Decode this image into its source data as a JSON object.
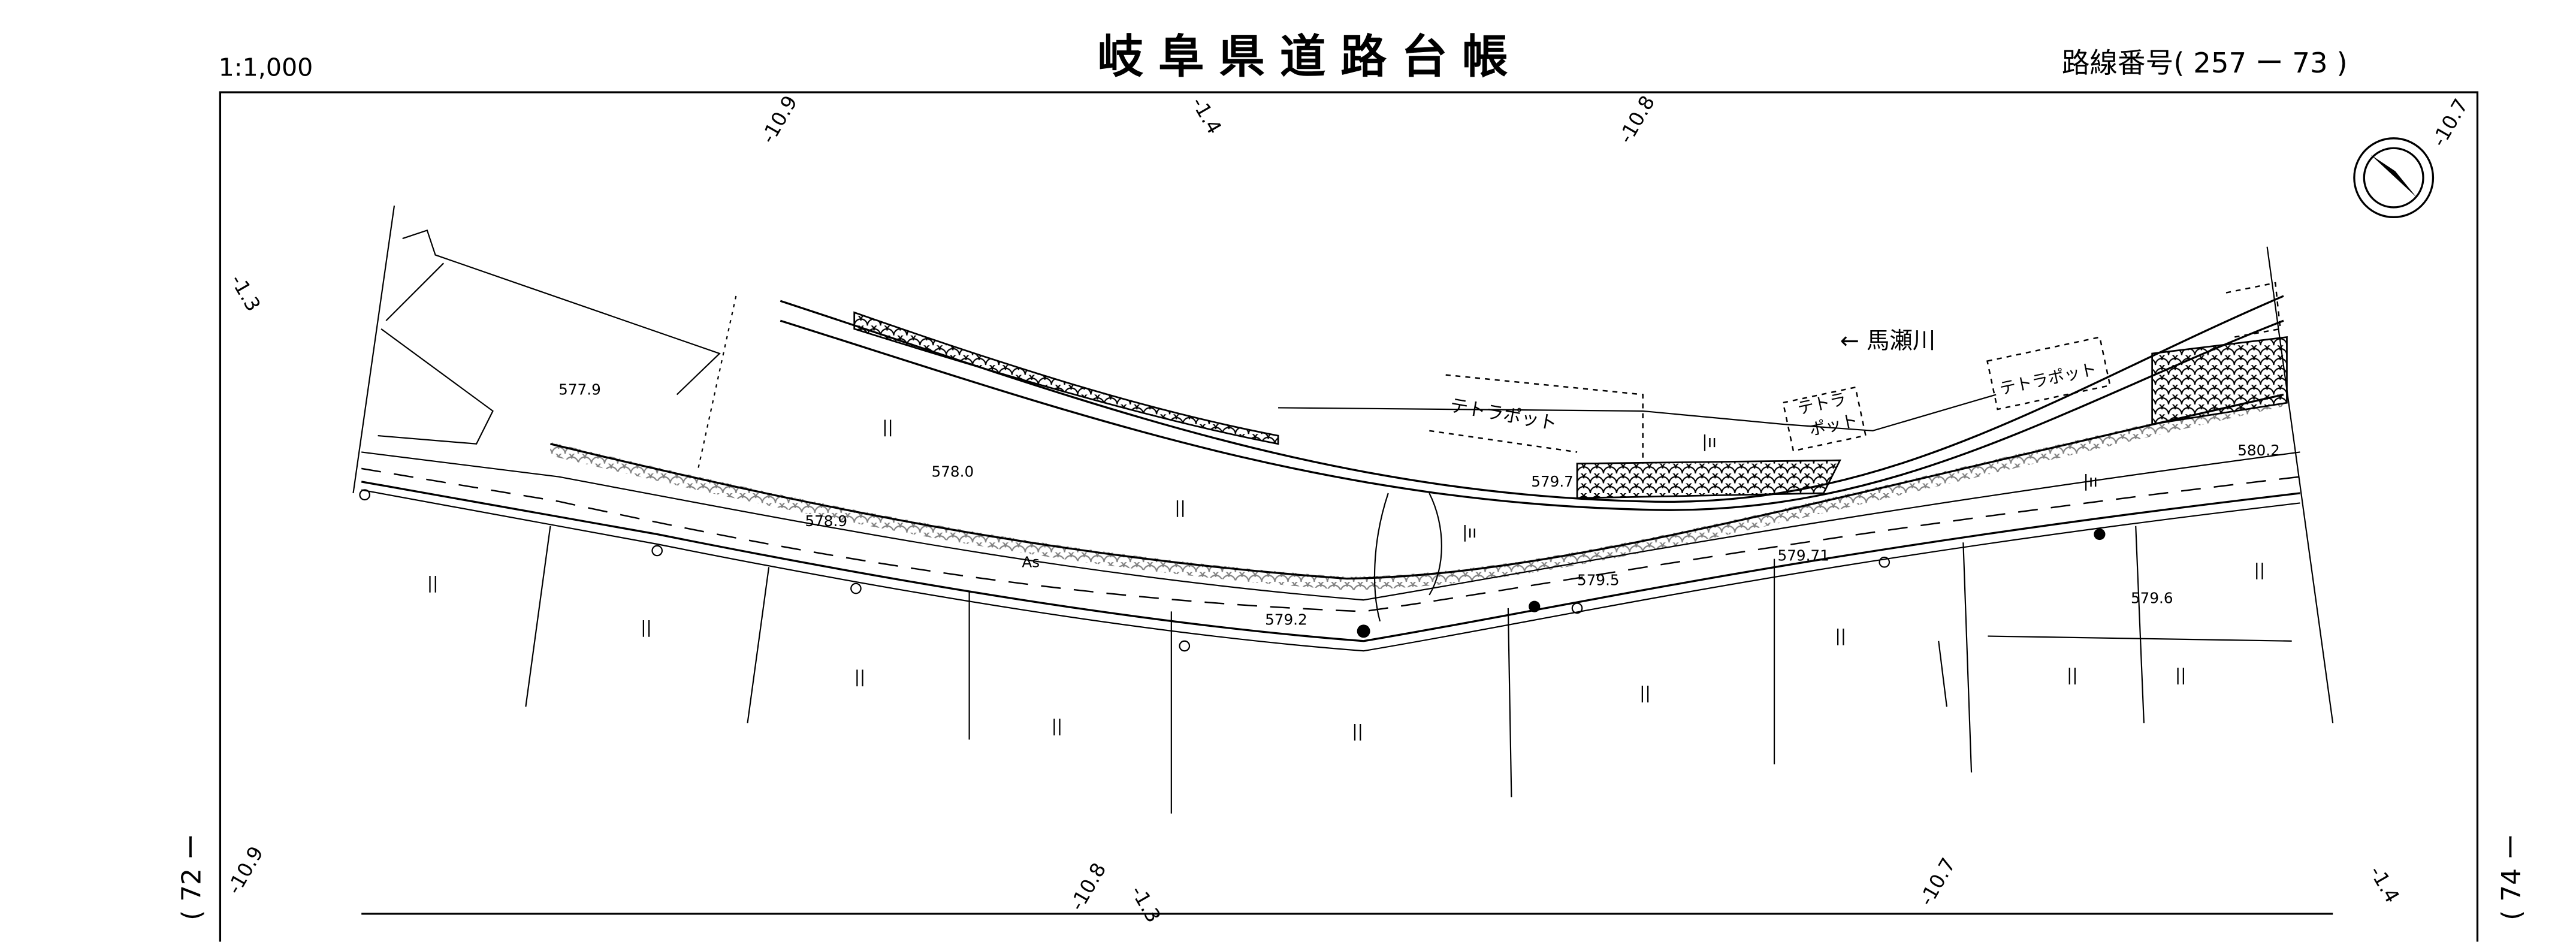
{
  "header": {
    "scale": "1:1,000",
    "title": "岐阜県道路台帳",
    "route_number": "路線番号( 257 ー 73 )"
  },
  "adjacent_sheets": {
    "left": "( 72 ー",
    "right": "( 74 ー"
  },
  "station_marks_top": [
    "-10.9",
    "-1.4",
    "-10.8",
    "-10.7",
    "-1.3"
  ],
  "station_marks_bottom": [
    "-10.9",
    "-10.8",
    "-1.3",
    "-10.7",
    "-1.4"
  ],
  "map_labels": {
    "river": "← 馬瀬川",
    "tetrapod_1": "テトラポット",
    "tetrapod_2a": "テトラ",
    "tetrapod_2b": "ポット",
    "tetrapod_3": "テトラポット",
    "pavement": "As"
  },
  "elevations": [
    "577.9",
    "578.0",
    "578.9",
    "579.2",
    "579.7",
    "579.5",
    "579.71",
    "579.6",
    "580.2"
  ],
  "north_arrow": "north-arrow"
}
